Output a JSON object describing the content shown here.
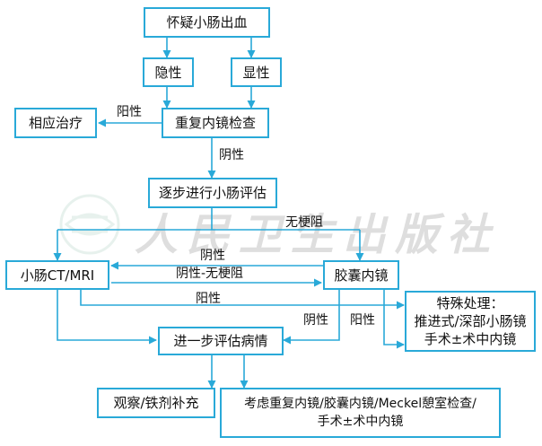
{
  "colors": {
    "line": "#29a9d8",
    "text": "#111111",
    "watermark": "#b8b8b8"
  },
  "nodes": {
    "suspect": "怀疑小肠出血",
    "occult": "隐性",
    "overt": "显性",
    "treatment": "相应治疗",
    "repeat_endoscopy": "重复内镜检查",
    "stepwise": "逐步进行小肠评估",
    "ct_mri": "小肠CT/MRI",
    "capsule": "胶囊内镜",
    "special_line1": "特殊处理：",
    "special_line2": "推进式/深部小肠镜",
    "special_line3": "手术±术中内镜",
    "further": "进一步评估病情",
    "observe": "观察/铁剂补充",
    "consider_line1": "考虑重复内镜/胶囊内镜/Meckel憩室检查/",
    "consider_line2": "手术±术中内镜"
  },
  "edge_labels": {
    "positive_treatment": "阳性",
    "negative_stepwise": "阴性",
    "no_obstruction": "无梗阻",
    "negative_back": "阴性",
    "negative_no_obstruction": "阴性-无梗阻",
    "positive_special": "阳性",
    "negative_further": "阴性",
    "positive_capsule_special": "阳性"
  },
  "watermark": "人民卫生出版社"
}
